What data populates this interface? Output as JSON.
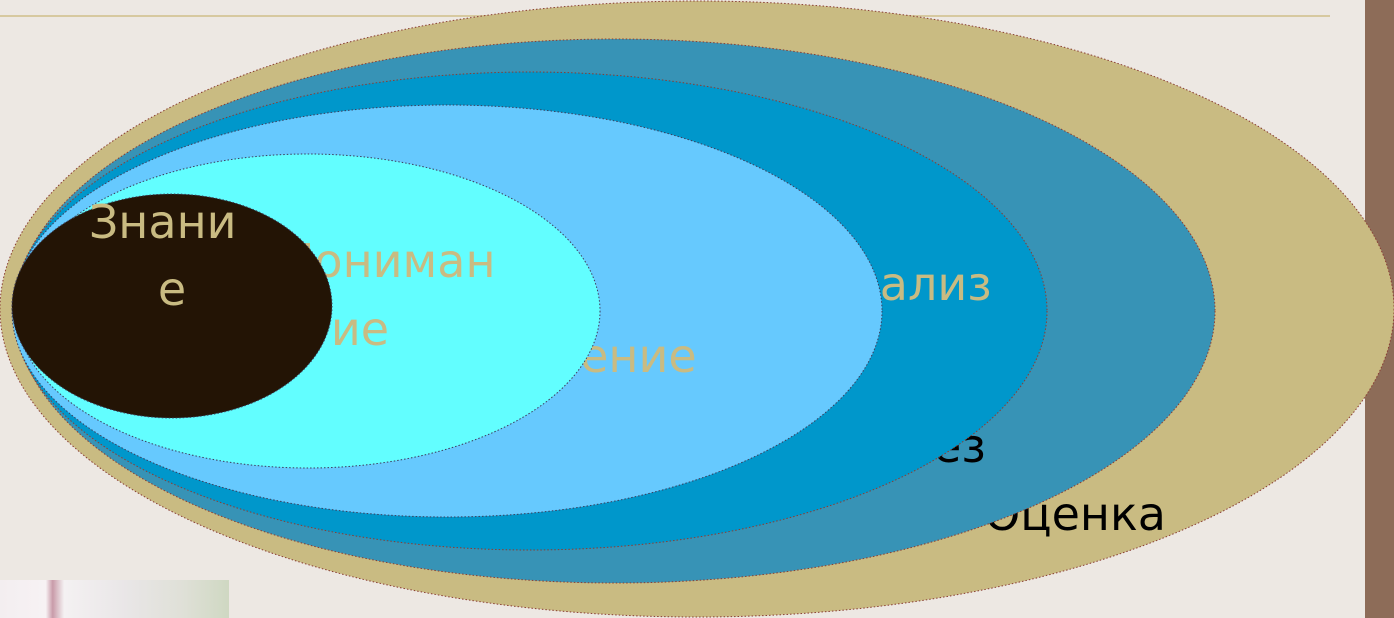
{
  "diagram": {
    "layers": [
      {
        "name": "evaluation",
        "lines": [
          "Оценка"
        ],
        "fill": "#c9bb82",
        "text_color": "#000000"
      },
      {
        "name": "synthesis",
        "lines": [
          "Синтез"
        ],
        "fill": "#3793b6",
        "text_color": "#000000"
      },
      {
        "name": "analysis",
        "lines": [
          "Анализ"
        ],
        "fill": "#0097cb",
        "text_color": "#c9bb82"
      },
      {
        "name": "application",
        "lines": [
          "Применение"
        ],
        "fill": "#66c9fe",
        "text_color": "#c9bb82"
      },
      {
        "name": "understanding",
        "lines": [
          "Пониман",
          "ие"
        ],
        "fill": "#62feff",
        "text_color": "#c9bb82"
      },
      {
        "name": "knowledge",
        "lines": [
          "Знани",
          "е"
        ],
        "fill": "#231405",
        "text_color": "#c9bb82"
      }
    ]
  }
}
